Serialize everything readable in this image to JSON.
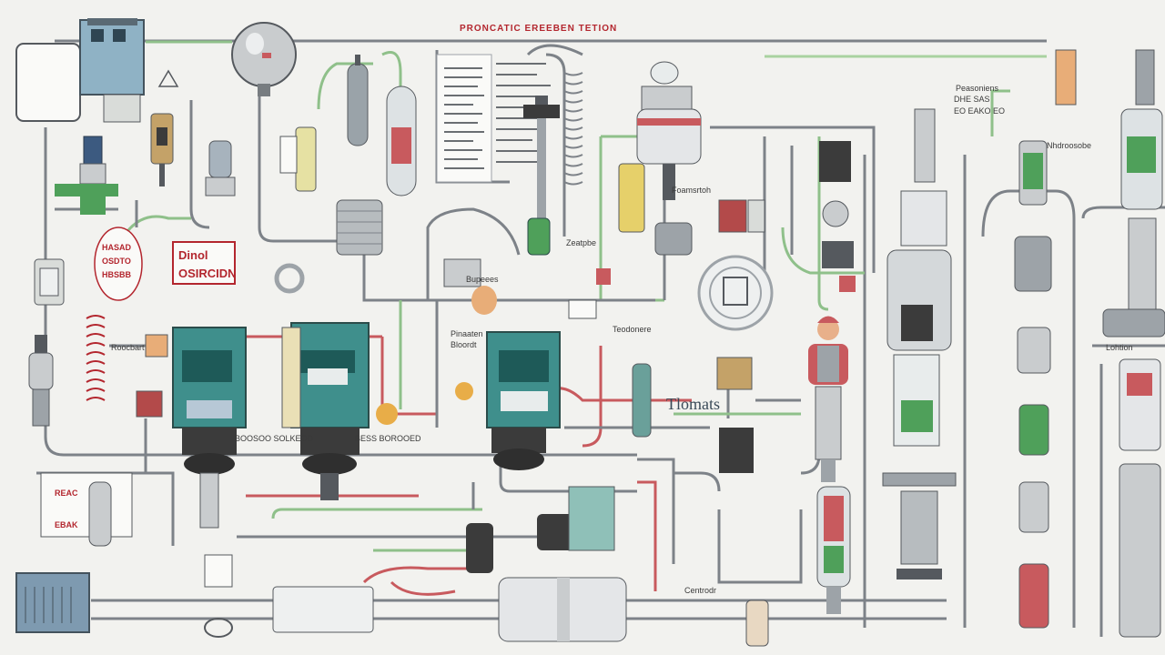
{
  "diagram": {
    "title": "PRONCATIC EREEBEN TETION",
    "labels": {
      "main_caption": "Tlomats",
      "boxed_red_left": "Dinol",
      "boxed_red_left2": "OSIRCIDN",
      "solenoid_label": "BOOSOO SOLKEOD",
      "solenoid_label2": "BESS BOROOED",
      "right_block": "DHE SAS",
      "right_block2": "EO EAKO EO",
      "exhaust_label": "Peasoniens",
      "bottom_controls": "Centrodr",
      "small_center": "Zeatpbe",
      "mid_label": "Pinaaten",
      "mid_label2": "Bloordt",
      "right_header": "Nhdroosobe",
      "right_header2": "Lohtion",
      "left_block": "Roocbart",
      "gauge_label": "Foamsrtoh",
      "pump_label": "Bupeees",
      "meter_label": "Teodonere"
    }
  }
}
